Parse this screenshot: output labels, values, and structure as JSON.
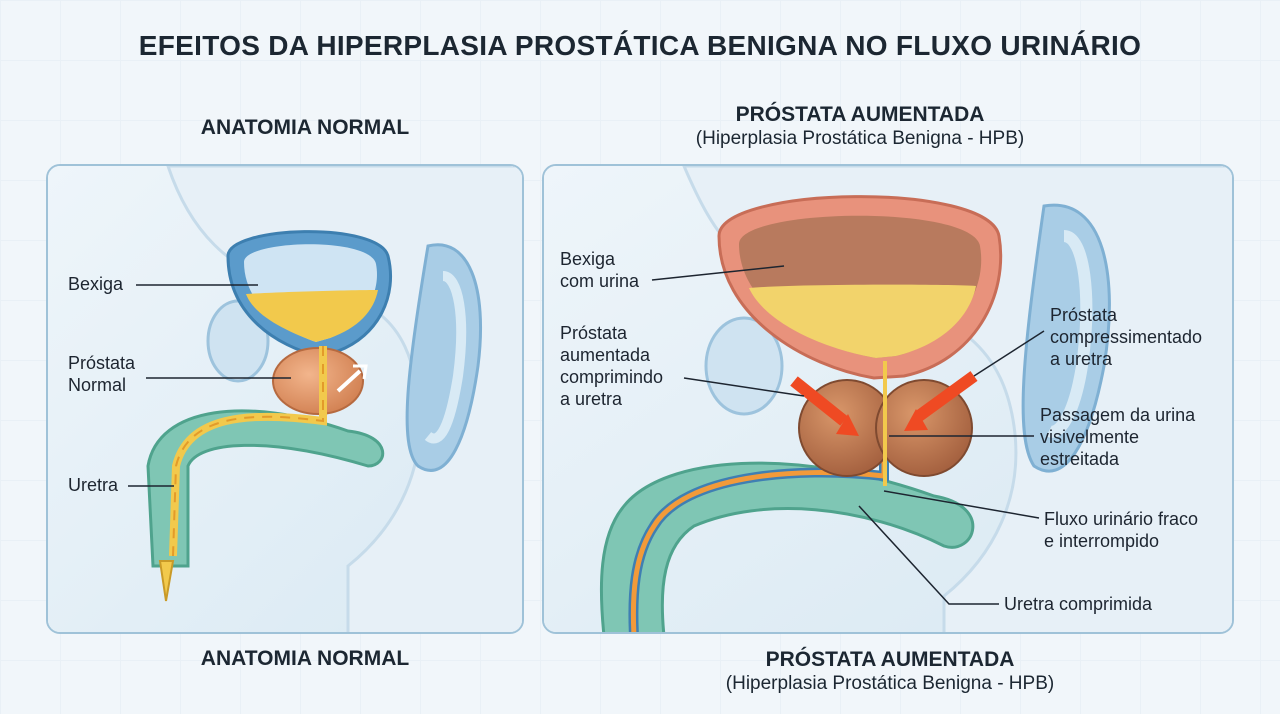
{
  "title": "EFEITOS DA HIPERPLASIA PROSTÁTICA BENIGNA NO FLUXO URINÁRIO",
  "left_panel": {
    "heading_top": "ANATOMIA NORMAL",
    "heading_bottom": "ANATOMIA NORMAL",
    "labels": {
      "bladder": "Bexiga",
      "prostate_line1": "Próstata",
      "prostate_line2": "Normal",
      "urethra": "Uretra"
    }
  },
  "right_panel": {
    "heading_top": "PRÓSTATA AUMENTADA",
    "subheading_top": "(Hiperplasia Prostática Benigna - HPB)",
    "heading_bottom": "PRÓSTATA AUMENTADA",
    "subheading_bottom": "(Hiperplasia Prostática Benigna - HPB)",
    "labels": {
      "bladder_line1": "Bexiga",
      "bladder_line2": "com urina",
      "enlarged_line1": "Próstata",
      "enlarged_line2": "aumentada",
      "enlarged_line3": "comprimindo",
      "enlarged_line4": "a uretra",
      "compress_line1": "Próstata",
      "compress_line2": "compressimentado",
      "compress_line3": "a uretra",
      "passage_line1": "Passagem da urina",
      "passage_line2": "visivelmente",
      "passage_line3": "estreitada",
      "flow_line1": "Fluxo urinário fraco",
      "flow_line2": "e interrompido",
      "urethra": "Uretra comprimida"
    }
  },
  "colors": {
    "urine": "#f2c94c",
    "bladder_wall_normal": "#4f8fc0",
    "bladder_wall_bph": "#e8927c",
    "prostate": "#c98358",
    "tissue_green": "#7fc6b4",
    "compression_arrow": "#ef4a23",
    "panel_border": "#9fc2d8"
  }
}
